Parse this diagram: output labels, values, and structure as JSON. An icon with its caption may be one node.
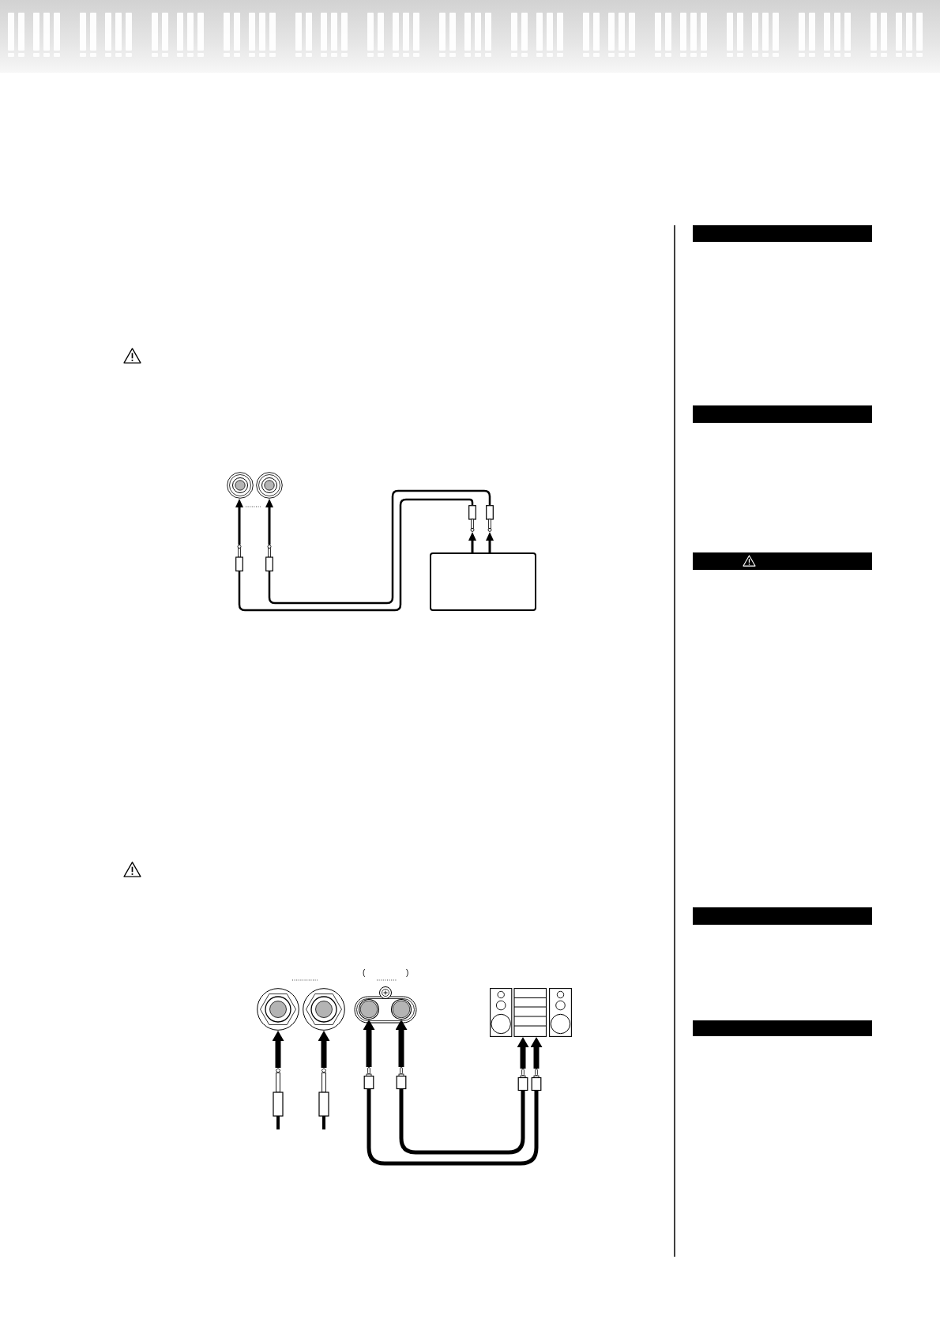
{
  "diagram": {
    "nodes": [
      {
        "text": [],
        "shape": "picture"
      },
      {
        "text": [],
        "shape": "picture"
      },
      {
        "text": [],
        "shape": "box"
      },
      {
        "text": [],
        "shape": "box"
      },
      {
        "text": [],
        "shape": "box"
      },
      {
        "text": [],
        "shape": "box"
      },
      {
        "text": [],
        "shape": "box"
      },
      {
        "text": [],
        "shape": "picture"
      },
      {
        "text": [],
        "shape": "picture"
      },
      {
        "text": [],
        "shape": "picture"
      },
      {
        "text": [],
        "shape": "picture"
      },
      {
        "text": [],
        "shape": "picture"
      },
      {
        "text": [],
        "shape": "picture"
      },
      {
        "text": [],
        "shape": "picture"
      },
      {
        "text": [],
        "shape": "box"
      },
      {
        "text": [],
        "shape": "box"
      },
      {
        "text": [],
        "shape": "box"
      },
      {
        "text": [],
        "shape": "box"
      },
      {
        "text": [],
        "shape": "bar"
      },
      {
        "text": [],
        "shape": "bar"
      },
      {
        "text": [],
        "shape": "bar"
      },
      {
        "text": [],
        "shape": "bar"
      },
      {
        "text": [],
        "shape": "bar"
      }
    ],
    "edges": [
      {
        "from": 2,
        "to": 0,
        "arrow": "to"
      },
      {
        "from": 3,
        "to": 1,
        "arrow": "to"
      },
      {
        "from": 2,
        "to": 4,
        "arrow": "none"
      },
      {
        "from": 3,
        "to": 5,
        "arrow": "none"
      },
      {
        "from": 6,
        "to": 4,
        "arrow": "to"
      },
      {
        "from": 6,
        "to": 5,
        "arrow": "to"
      },
      {
        "from": 12,
        "to": 7,
        "arrow": "to"
      },
      {
        "from": 13,
        "to": 8,
        "arrow": "to"
      },
      {
        "from": 14,
        "to": 9,
        "arrow": "to"
      },
      {
        "from": 15,
        "to": 10,
        "arrow": "to"
      },
      {
        "from": 16,
        "to": 11,
        "arrow": "to"
      },
      {
        "from": 17,
        "to": 11,
        "arrow": "to"
      },
      {
        "from": 14,
        "to": 17,
        "arrow": "none"
      },
      {
        "from": 15,
        "to": 16,
        "arrow": "none"
      }
    ],
    "labels": [
      "(",
      ")"
    ]
  }
}
